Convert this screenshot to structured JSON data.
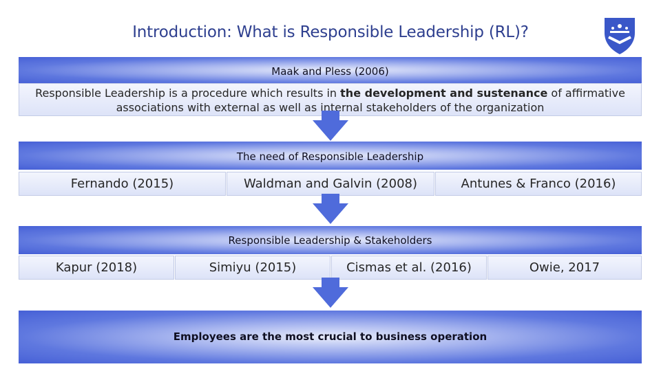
{
  "title": "Introduction: What is Responsible Leadership (RL)?",
  "logo": {
    "icon": "university-shield-logo",
    "color": "#3a57c8"
  },
  "section1": {
    "header": "Maak and Pless (2006)",
    "definition_before": "Responsible Leadership is a procedure which results in ",
    "definition_bold": "the development and sustenance",
    "definition_after": " of affirmative associations with external as well as internal stakeholders of the organization"
  },
  "section2": {
    "header": "The need of Responsible Leadership",
    "items": [
      "Fernando (2015)",
      "Waldman and Galvin (2008)",
      "Antunes & Franco (2016)"
    ]
  },
  "section3": {
    "header": "Responsible Leadership & Stakeholders",
    "items": [
      "Kapur (2018)",
      "Simiyu (2015)",
      "Cismas et al. (2016)",
      "Owie, 2017"
    ]
  },
  "conclusion": "Employees are the most crucial to business operation",
  "colors": {
    "title": "#2e3f8f",
    "band": "#4660d6",
    "arrow": "#4f6bdb"
  }
}
